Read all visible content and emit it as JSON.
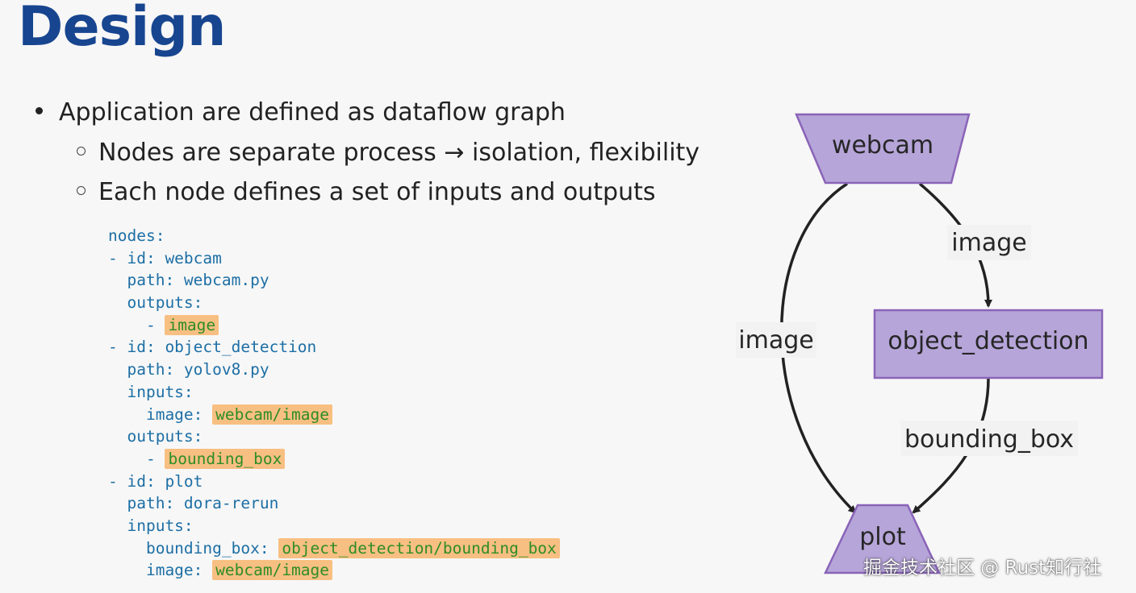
{
  "title": "Design",
  "bullets": {
    "main": "Application are defined as dataflow graph",
    "sub": [
      "Nodes are separate process → isolation, flexibility",
      "Each node defines a set of inputs and outputs"
    ]
  },
  "code": {
    "lines": [
      {
        "text": "nodes:",
        "hl": ""
      },
      {
        "text": "- id: webcam",
        "hl": ""
      },
      {
        "text": "  path: webcam.py",
        "hl": ""
      },
      {
        "text": "  outputs:",
        "hl": ""
      },
      {
        "text": "    - ",
        "hl": "image"
      },
      {
        "text": "- id: object_detection",
        "hl": ""
      },
      {
        "text": "  path: yolov8.py",
        "hl": ""
      },
      {
        "text": "  inputs:",
        "hl": ""
      },
      {
        "text": "    image: ",
        "hl": "webcam/image"
      },
      {
        "text": "  outputs:",
        "hl": ""
      },
      {
        "text": "    - ",
        "hl": "bounding_box"
      },
      {
        "text": "- id: plot",
        "hl": ""
      },
      {
        "text": "  path: dora-rerun",
        "hl": ""
      },
      {
        "text": "  inputs:",
        "hl": ""
      },
      {
        "text": "    bounding_box: ",
        "hl": "object_detection/bounding_box"
      },
      {
        "text": "    image: ",
        "hl": "webcam/image"
      }
    ]
  },
  "diagram": {
    "nodes": {
      "webcam": "webcam",
      "object_detection": "object_detection",
      "plot": "plot"
    },
    "edges": {
      "webcam_to_plot": "image",
      "webcam_to_detection": "image",
      "detection_to_plot": "bounding_box"
    },
    "node_fill": "#b6a5d9",
    "node_stroke": "#8a64b8"
  },
  "watermark": "掘金技术社区 @ Rust知行社"
}
